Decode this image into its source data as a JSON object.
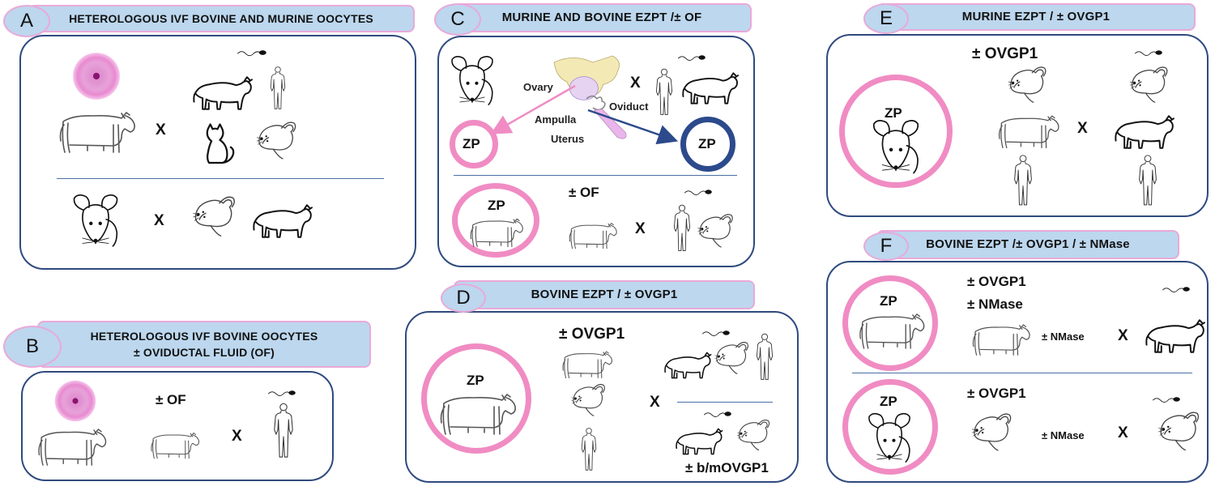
{
  "panels": {
    "A": {
      "letter": "A",
      "title": "HETEROLOGOUS IVF BOVINE AND MURINE OOCYTES",
      "cross": "X"
    },
    "B": {
      "letter": "B",
      "title": "HETEROLOGOUS IVF BOVINE OOCYTES\n± OVIDUCTAL FLUID (OF)",
      "treatment": "± OF",
      "cross": "X"
    },
    "C": {
      "letter": "C",
      "title": "MURINE AND BOVINE EZPT /± OF",
      "treatment": "± OF",
      "zp": "ZP",
      "cross": "X",
      "anatomy": {
        "ovary": "Ovary",
        "oviduct": "Oviduct",
        "ampulla": "Ampulla",
        "uterus": "Uterus"
      }
    },
    "D": {
      "letter": "D",
      "title": "BOVINE EZPT / ± OVGP1",
      "treatment": "± OVGP1",
      "zp": "ZP",
      "cross": "X",
      "footnote": "± b/mOVGP1"
    },
    "E": {
      "letter": "E",
      "title": "MURINE EZPT / ± OVGP1",
      "treatment": "± OVGP1",
      "zp": "ZP",
      "cross": "X"
    },
    "F": {
      "letter": "F",
      "title": "BOVINE EZPT /± OVGP1 / ± NMase",
      "zp": "ZP",
      "cross": "X",
      "upper": {
        "treatment1": "± OVGP1",
        "treatment2": "± NMase",
        "small": "± NMase"
      },
      "lower": {
        "treatment1": "± OVGP1",
        "small": "± NMase"
      }
    }
  },
  "colors": {
    "box_border": "#2f4a7f",
    "header_fill": "#bcd7ee",
    "header_border": "#e9a9d9",
    "zp_pink": "#f08cc3",
    "zp_blue": "#2c4a8c",
    "arrow_pink": "#f08cc3",
    "arrow_blue": "#2c4a8c"
  },
  "icons": [
    "oocyte-icon",
    "cow-icon",
    "bull-icon",
    "human-icon",
    "cat-icon",
    "mouse-icon",
    "mouse-front-icon",
    "sperm-icon",
    "reproductive-tract-icon",
    "zona-pellucida-icon"
  ]
}
